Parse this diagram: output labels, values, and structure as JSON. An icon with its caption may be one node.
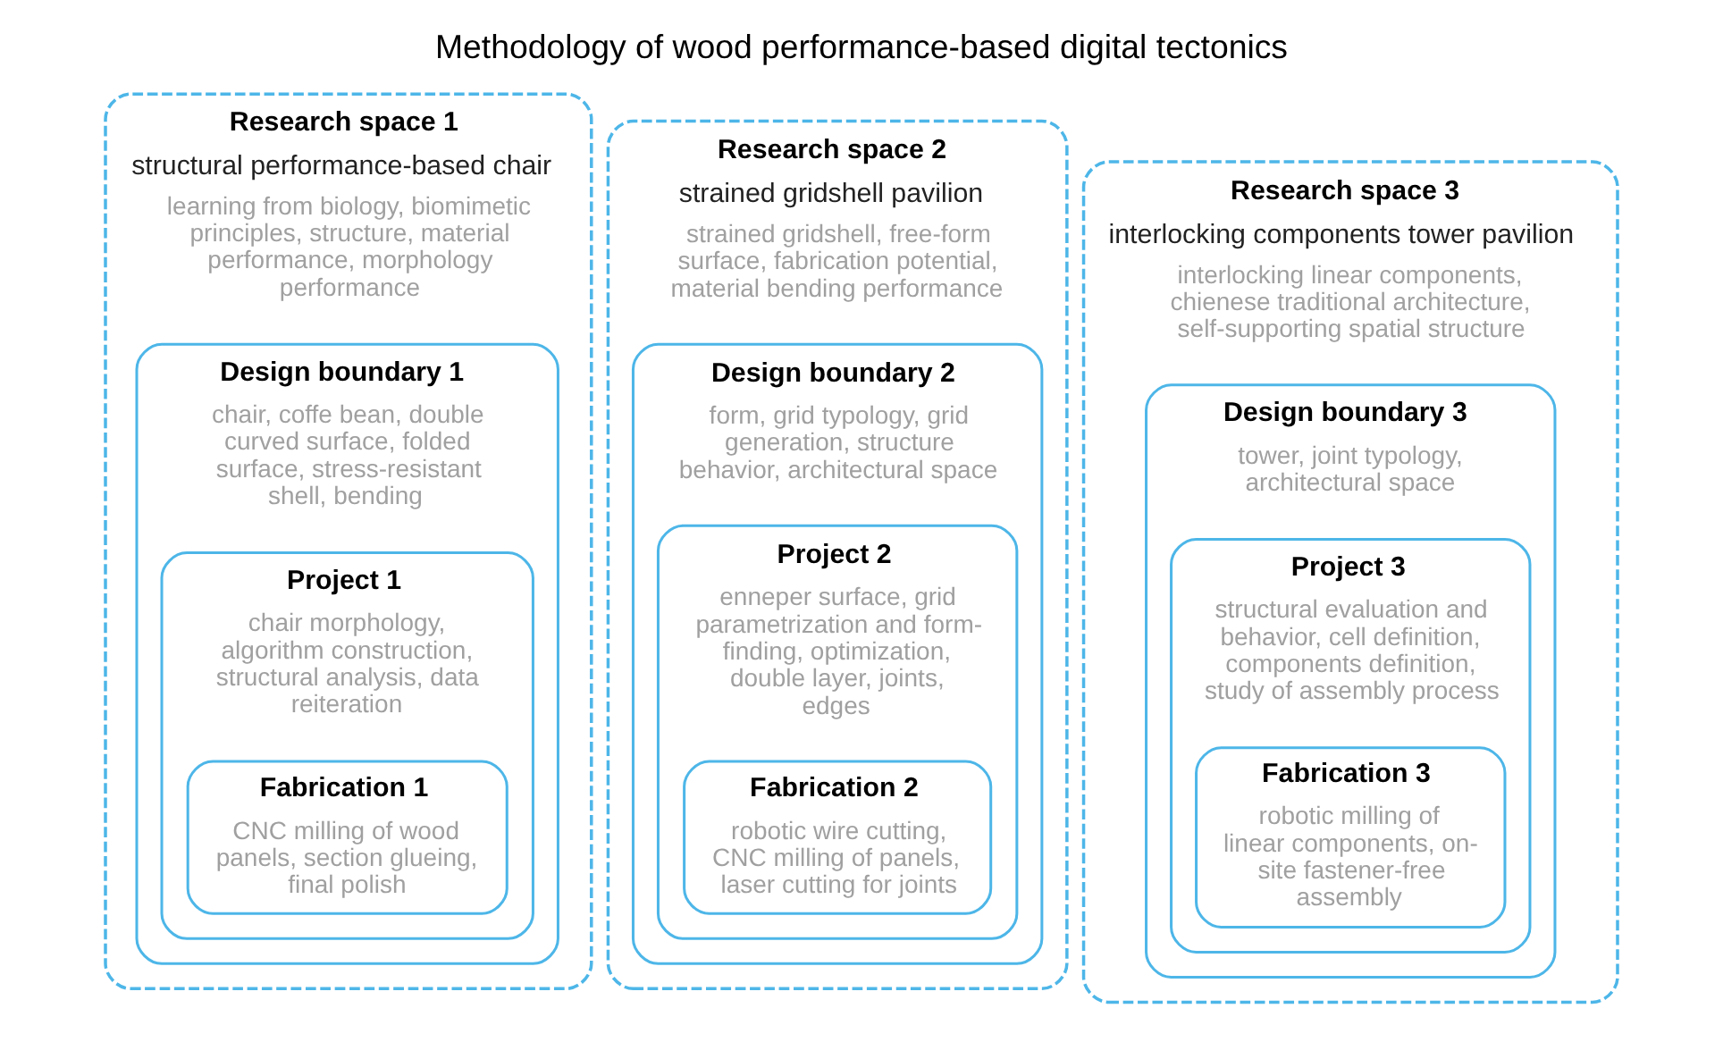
{
  "diagram": {
    "title": "Methodology of wood performance-based digital tectonics",
    "nodes": [
      {
        "text": [
          "Research space 1",
          "structural performance-based chair",
          "learning from biology, biomimetic principles, structure, material performance, morphology performance"
        ]
      },
      {
        "text": [
          "Design boundary 1",
          "chair, coffe bean, double curved surface, folded surface, stress-resistant shell, bending"
        ],
        "in": 0
      },
      {
        "text": [
          "Project 1",
          "chair morphology, algorithm construction, structural analysis, data reiteration"
        ],
        "in": 1
      },
      {
        "text": [
          "Fabrication 1",
          "CNC milling of wood panels, section glueing, final polish"
        ],
        "in": 2
      },
      {
        "text": [
          "Research space 2",
          "strained gridshell pavilion",
          "strained gridshell, free-form surface, fabrication potential, material bending performance"
        ]
      },
      {
        "text": [
          "Design boundary 2",
          "form, grid typology, grid generation, structure behavior, architectural space"
        ],
        "in": 4
      },
      {
        "text": [
          "Project 2",
          "enneper surface, grid parametrization and form-finding, optimization, double layer, joints, edges"
        ],
        "in": 5
      },
      {
        "text": [
          "Fabrication 2",
          "robotic wire cutting, CNC milling of panels, laser cutting for joints"
        ],
        "in": 6
      },
      {
        "text": [
          "Research space 3",
          "interlocking components tower pavilion",
          "interlocking linear components, chienese traditional architecture, self-supporting spatial structure"
        ]
      },
      {
        "text": [
          "Design boundary 3",
          "tower, joint typology, architectural space"
        ],
        "in": 8
      },
      {
        "text": [
          "Project 3",
          "structural evaluation and behavior, cell definition, components definition, study of assembly process"
        ],
        "in": 9
      },
      {
        "text": [
          "Fabrication 3",
          "robotic milling of linear components, on-site fastener-free assembly"
        ],
        "in": 10
      }
    ]
  }
}
